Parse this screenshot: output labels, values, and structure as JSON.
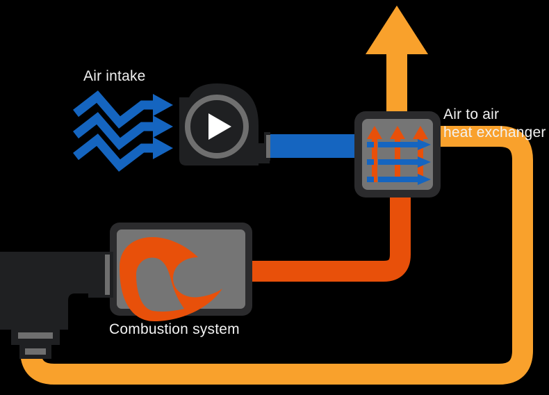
{
  "diagram": {
    "title": "Air to air heat exchanger combustion air flow schematic",
    "labels": {
      "air_intake": "Air intake",
      "combustion_system": "Combustion system",
      "heat_exchanger_line1": "Air to air",
      "heat_exchanger_line2": "heat exchanger"
    },
    "colors": {
      "background": "#000000",
      "text": "#f2f2f2",
      "cold_air_blue": "#1565c0",
      "hot_gas_orange": "#e8500a",
      "exhaust_amber": "#f9a12c",
      "device_body_gray": "#757575",
      "device_outline_dark": "#2b2b2d",
      "blower_body": "#1f2022",
      "accent_gray": "#6f6f6f"
    },
    "components": [
      {
        "name": "air-intake-arrows",
        "kind": "flow-arrows",
        "count": 3,
        "color": "#1565c0",
        "direction": "right",
        "style": "wavy"
      },
      {
        "name": "blower-fan",
        "kind": "centrifugal-blower",
        "body_color": "#1f2022",
        "indicator": "play-triangle",
        "indicator_color": "#ffffff",
        "ring_color": "#6f6f6f"
      },
      {
        "name": "heat-exchanger",
        "kind": "air-to-air-heat-exchanger",
        "body_color": "#757575",
        "outline_color": "#2b2b2d",
        "internal_arrows": {
          "vertical_hot": 3,
          "horizontal_cold": 3,
          "hot_color": "#e8500a",
          "cold_color": "#1565c0"
        },
        "ports": {
          "left_in": "cold air from blower",
          "top_out": "exhaust to atmosphere",
          "bottom_in": "hot gas from combustion",
          "right_out": "preheated air return"
        }
      },
      {
        "name": "combustion-system",
        "kind": "combustion-chamber",
        "body_color": "#757575",
        "outline_color": "#2b2b2d",
        "emblem": "flame-swirl",
        "emblem_color": "#e8500a"
      },
      {
        "name": "burner-unit",
        "kind": "burner",
        "body_color": "#1f2022",
        "band_color": "#6f6f6f"
      }
    ],
    "flows": [
      {
        "name": "intake-to-blower",
        "color": "#1565c0",
        "from": "air-intake-arrows",
        "to": "blower-fan"
      },
      {
        "name": "blower-to-heat-exchanger",
        "color": "#1565c0",
        "from": "blower-fan",
        "to": "heat-exchanger"
      },
      {
        "name": "heat-exchanger-exhaust",
        "color": "#f9a12c",
        "from": "heat-exchanger",
        "to": "atmosphere"
      },
      {
        "name": "heat-exchanger-to-burner",
        "color": "#f9a12c",
        "from": "heat-exchanger",
        "to": "burner-unit"
      },
      {
        "name": "combustion-to-heat-exchanger",
        "color": "#e8500a",
        "from": "combustion-system",
        "to": "heat-exchanger"
      }
    ]
  }
}
